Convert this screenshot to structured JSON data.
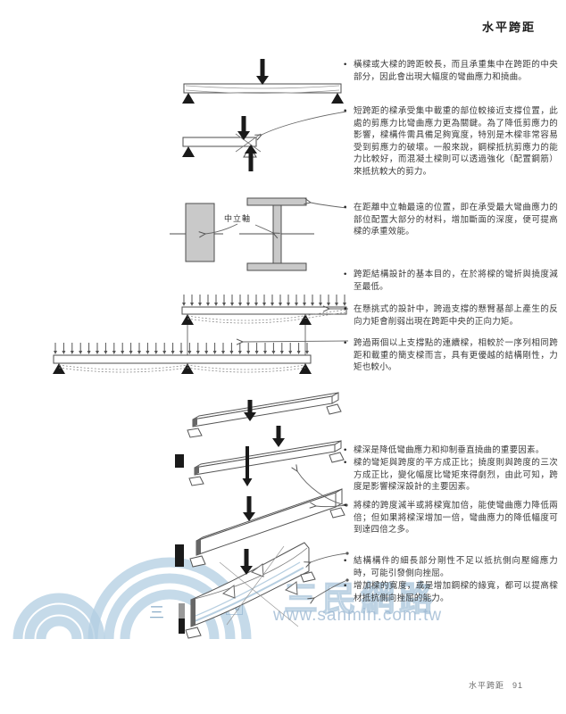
{
  "page": {
    "header_title": "水平跨距",
    "footer_title": "水平跨距",
    "footer_page": "91"
  },
  "glyphs": {
    "bullet": "•"
  },
  "diagram_labels": {
    "neutral_axis": "中立軸"
  },
  "bullets": [
    {
      "text": "橫樑或大樑的跨距較長，而且承重集中在跨距的中央部分，因此會出現大幅度的彎曲應力和撓曲。"
    },
    {
      "text": "短跨距的樑承受集中載重的部位較接近支撐位置，此處的剪應力比彎曲應力更為關鍵。為了降低剪應力的影響，樑構件需具備足夠寬度，特別是木樑非常容易受到剪應力的破壞。一般來說，鋼樑抵抗剪應力的能力比較好，而混凝土樑則可以透過強化（配置鋼筋）來抵抗較大的剪力。"
    },
    {
      "text": "在距離中立軸最遠的位置，即在承受最大彎曲應力的部位配置大部分的材料，增加斷面的深度，便可提高樑的承重效能。"
    },
    {
      "text": "跨距結構設計的基本目的，在於將樑的彎折與撓度減至最低。"
    },
    {
      "text": "在懸挑式的設計中，跨過支撐的懸臂基部上產生的反向力矩會削弱出現在跨距中央的正向力矩。"
    },
    {
      "text": "跨過兩個以上支撐點的連續樑，相較於一序列相同跨距和載重的簡支樑而言，具有更優越的結構剛性，力矩也較小。"
    },
    {
      "text": "樑深是降低彎曲應力和抑制垂直撓曲的重要因素。"
    },
    {
      "text": "樑的彎矩與跨度的平方成正比；撓度則與跨度的三次方成正比，變化幅度比彎矩來得劇烈，由此可知，跨度是影響樑深設計的主要因素。"
    },
    {
      "text": "將樑的跨度減半或將樑寬加倍，能使彎曲應力降低兩倍；但如果將樑深增加一倍，彎曲應力的降低幅度可到達四倍之多。"
    },
    {
      "text": "結構構件的細長部分剛性不足以抵抗側向壓縮應力時，可能引發側向挫屈。"
    },
    {
      "text": "增加樑的寬度，或是增加鋼樑的緣寬，都可以提高樑材抵抗側向挫屈的能力。"
    }
  ],
  "watermark": {
    "brand": "三民網路",
    "char_a": "三",
    "char_b": "民",
    "url": "www.sanmin.com.tw",
    "color": "#b3cbdd"
  },
  "colors": {
    "text": "#3a3a3a",
    "diagram_line": "#4d4d4d",
    "section_fill": "#c9c9c9",
    "arrow_black": "#1a1a1a",
    "watermark_blue": "#b3cbdd"
  }
}
